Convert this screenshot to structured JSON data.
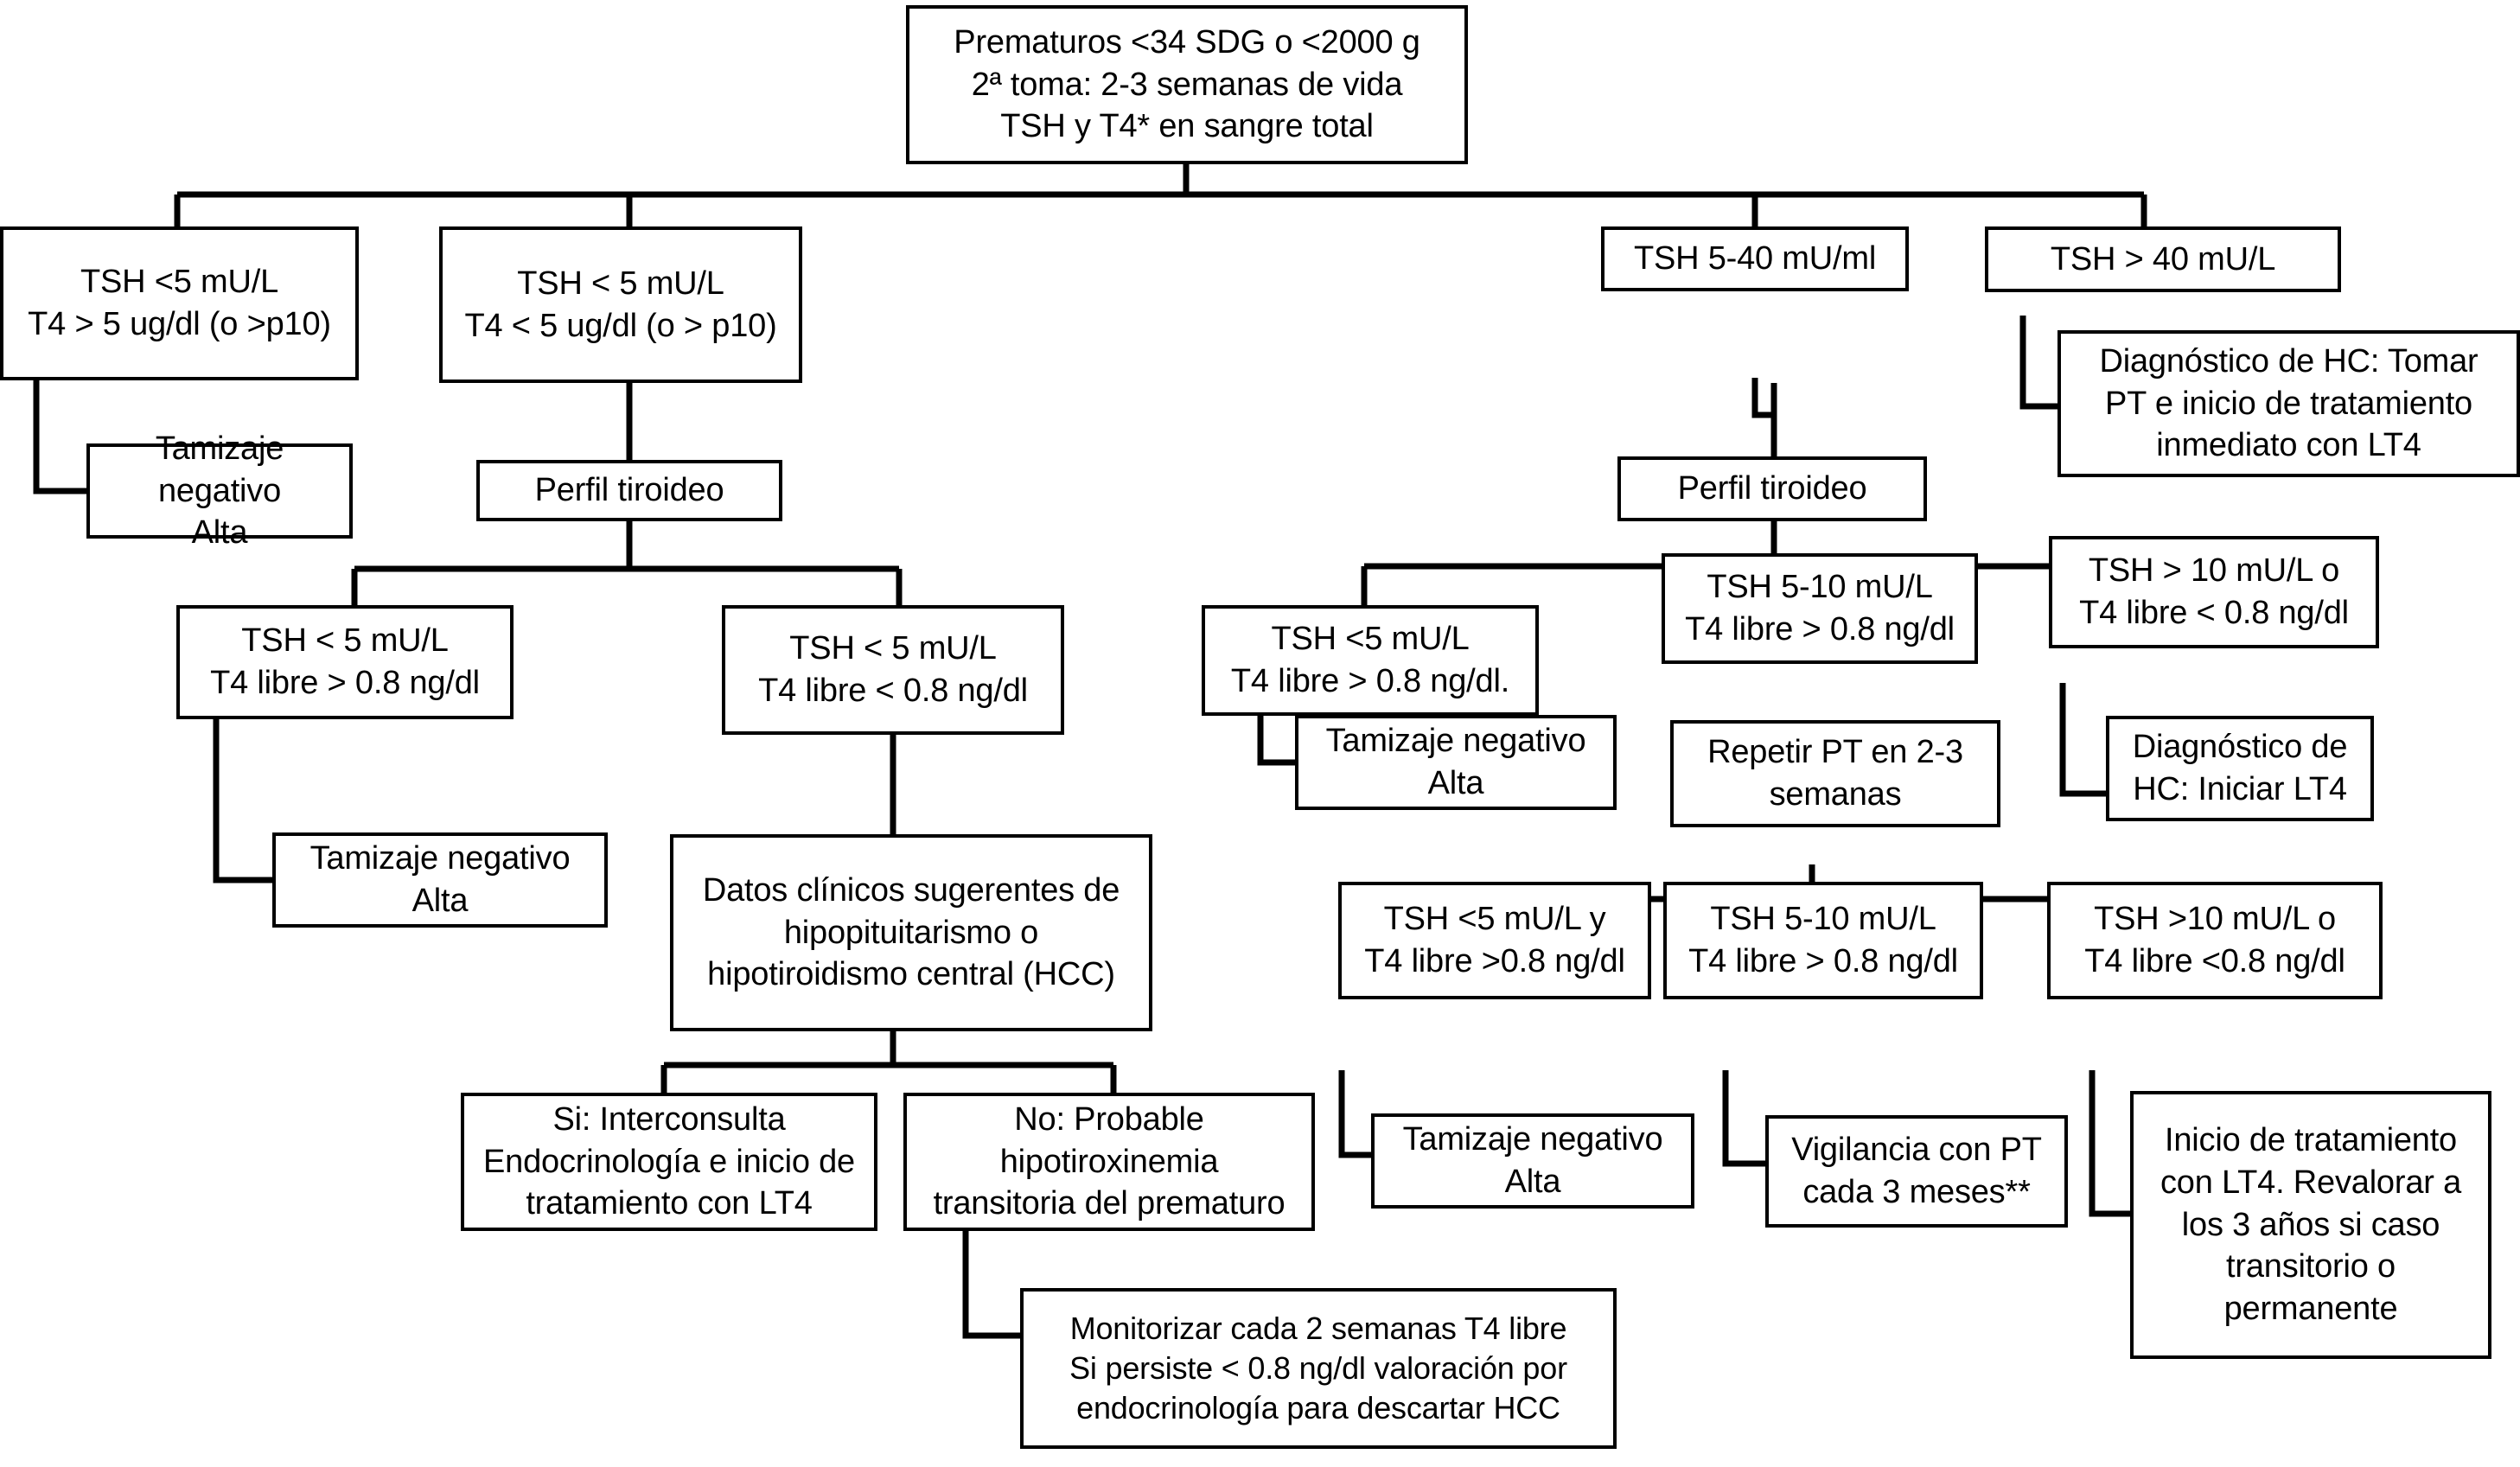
{
  "diagram": {
    "title": "Algoritmo de tamizaje de hipotiroidismo congenito en prematuros",
    "line_color": "#000000",
    "box_border_color": "#000000",
    "background_color": "#ffffff"
  },
  "nodes": {
    "root": "Prematuros <34 SDG o <2000 g\n2ª toma:  2-3 semanas de vida\nTSH y T4* en sangre total",
    "l1": "TSH <5 mU/L\nT4 > 5 ug/dl (o >p10)",
    "l1_out": "Tamizaje negativo\nAlta",
    "l2": "TSH < 5 mU/L\nT4 < 5 ug/dl (o > p10)",
    "l2_perfil": "Perfil tiroideo",
    "l2a": "TSH < 5 mU/L\nT4 libre > 0.8 ng/dl",
    "l2a_out": "Tamizaje negativo\nAlta",
    "l2b": "TSH < 5 mU/L\nT4 libre < 0.8 ng/dl",
    "l2b_hcc": "Datos clínicos sugerentes de\nhipopituitarismo o\nhipotiroidismo central (HCC)",
    "l2b_si": "Si: Interconsulta\nEndocrinología e inicio de\ntratamiento con LT4",
    "l2b_no": "No: Probable\nhipotiroxinemia\ntransitoria del prematuro",
    "l2b_no_monitor": "Monitorizar cada 2 semanas T4 libre\nSi persiste < 0.8 ng/dl valoración por\nendocrinología para descartar HCC",
    "r1": "TSH 5-40 mU/ml",
    "r1_perfil": "Perfil tiroideo",
    "r1a": "TSH <5 mU/L\nT4 libre > 0.8 ng/dl.",
    "r1a_out": "Tamizaje negativo\nAlta",
    "r1b": "TSH 5-10 mU/L\nT4 libre > 0.8 ng/dl",
    "r1b_repetir": "Repetir PT en 2-3\nsemanas",
    "r1b_a": "TSH <5 mU/L y\nT4 libre >0.8 ng/dl",
    "r1b_a_out": "Tamizaje negativo\nAlta",
    "r1b_b": "TSH 5-10 mU/L\nT4 libre > 0.8 ng/dl",
    "r1b_b_out": "Vigilancia con  PT\ncada 3 meses**",
    "r1b_c": "TSH >10 mU/L o\nT4 libre <0.8 ng/dl",
    "r1b_c_out": "Inicio de tratamiento\ncon LT4. Revalorar a\nlos 3 años si caso\ntransitorio o\npermanente",
    "r1c": "TSH > 10 mU/L o\nT4 libre < 0.8 ng/dl",
    "r1c_out": "Diagnóstico de\nHC: Iniciar  LT4",
    "r2": "TSH > 40 mU/L",
    "r2_out": "Diagnóstico de HC: Tomar\nPT e inicio de tratamiento\ninmediato con LT4"
  }
}
